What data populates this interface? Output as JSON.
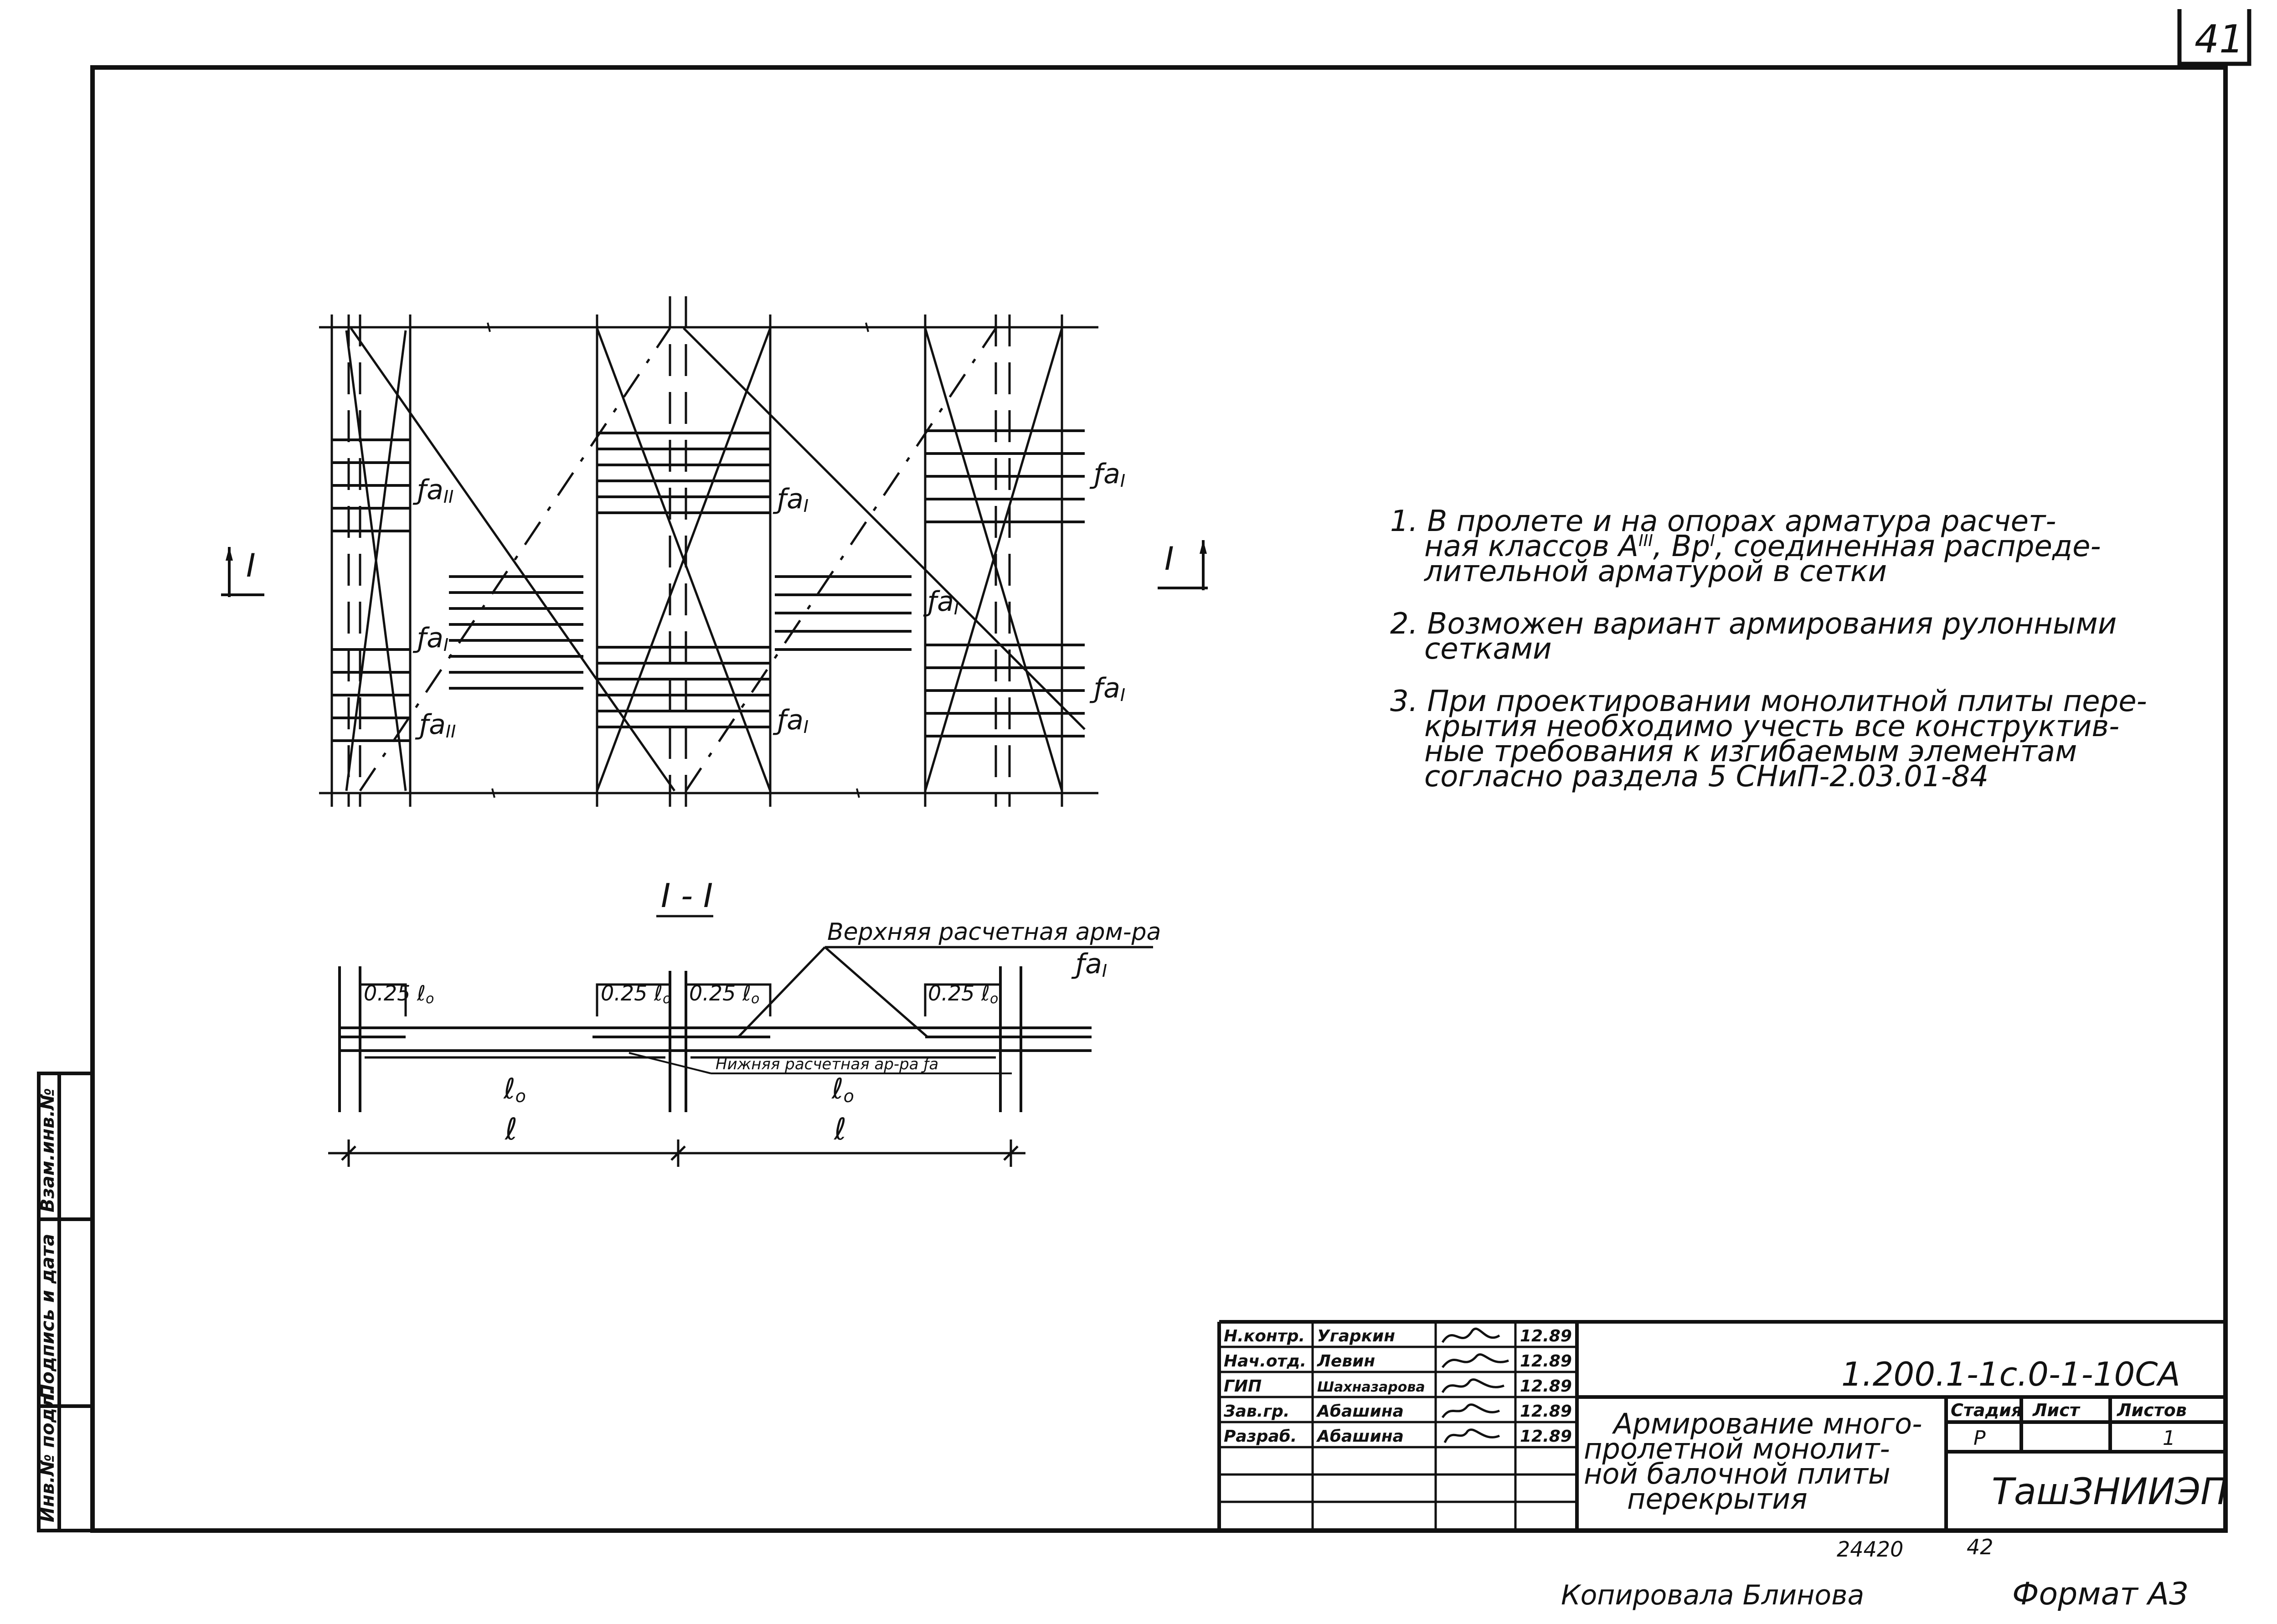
{
  "sheet_number": "41",
  "notes": [
    "1. В пролете и на опорах арматура расчет-",
    "ная классов А",
    "III",
    ", Вр",
    "I",
    ", соединенная распреде-",
    "лительной арматурой в сетки",
    "2. Возможен вариант армирования рулонными",
    "сетками",
    "3. При проектировании монолитной плиты пере-",
    "крытия необходимо учесть все конструктив-",
    "ные требования к изгибаемым элементам",
    "согласно раздела 5 СНиП-2.03.01-84"
  ],
  "plan": {
    "section_marker": "I",
    "labels": {
      "fa_top_left": "ƒa",
      "fa_top_left_sub": "II",
      "fa_mid_left": "ƒa",
      "fa_mid_left_sub": "I",
      "fa_bot_left": "ƒa",
      "fa_bot_left_sub": "II",
      "fa_top_mid": "ƒa",
      "fa_top_mid_sub": "I",
      "fa_bot_mid": "ƒa",
      "fa_bot_mid_sub": "I",
      "fa_mid_right": "ƒa",
      "fa_mid_right_sub": "I",
      "fa_top_right": "ƒa",
      "fa_top_right_sub": "I",
      "fa_bot_right": "ƒa",
      "fa_bot_right_sub": "I"
    }
  },
  "section": {
    "title": "I - I",
    "top_reinforcement_label": "Верхняя расчетная арм-ра",
    "top_reinforcement_fa": "ƒa",
    "top_reinforcement_sub": "I",
    "bottom_reinforcement_label": "Нижняя расчетная ар-ра ƒa",
    "dim_025": "0.25 ℓ",
    "dim_025_sub": "o",
    "span_lo": "ℓ",
    "span_lo_sub": "o",
    "span_l": "ℓ"
  },
  "side_stamp": [
    "Инв.№ подл.",
    "Подпись и дата",
    "Взам.инв.№"
  ],
  "title_block": {
    "signatures": [
      {
        "role": "Н.контр.",
        "name": "Угаркин",
        "date": "12.89"
      },
      {
        "role": "Нач.отд.",
        "name": "Левин",
        "date": "12.89"
      },
      {
        "role": "ГИП",
        "name": "Шахназарова",
        "date": "12.89"
      },
      {
        "role": "Зав.гр.",
        "name": "Абашина",
        "date": "12.89"
      },
      {
        "role": "Разраб.",
        "name": "Абашина",
        "date": "12.89"
      }
    ],
    "doc_code": "1.200.1-1с.0-1-10СА",
    "title_lines": [
      "Армирование много-",
      "пролетной монолит-",
      "ной балочной плиты",
      "перекрытия"
    ],
    "stage_header": "Стадия",
    "sheet_header": "Лист",
    "sheets_header": "Листов",
    "stage_value": "Р",
    "sheets_value": "1",
    "organization": "ТашЗНИИЭП"
  },
  "footer": {
    "inventory_number": "24420",
    "page_ref": "42",
    "copied_by": "Копировала Блинова",
    "format": "Формат А3"
  }
}
